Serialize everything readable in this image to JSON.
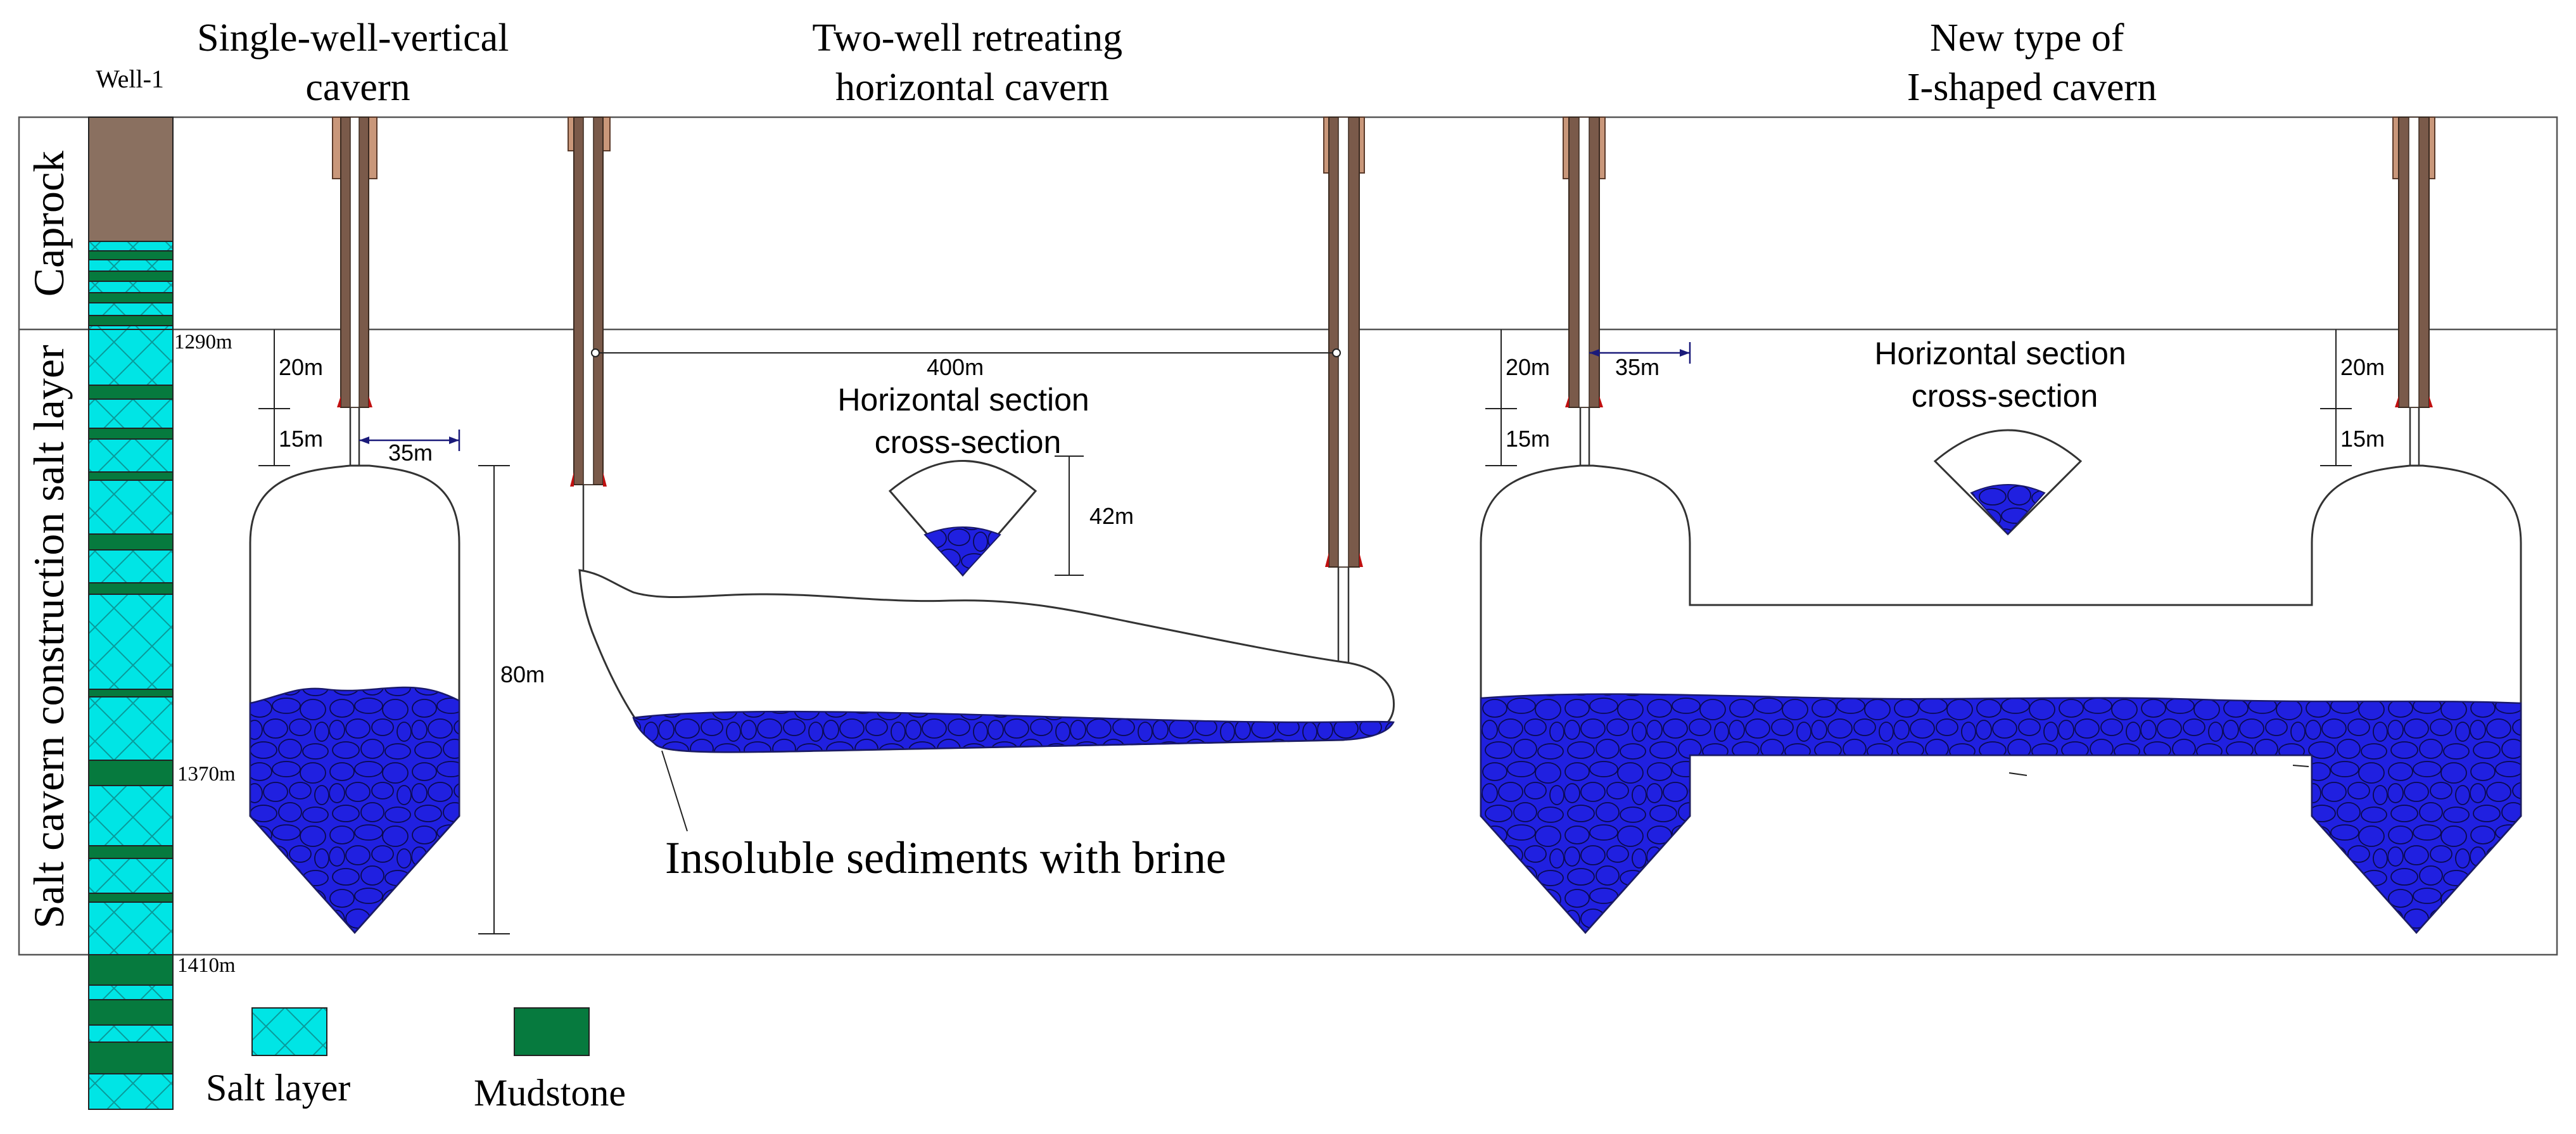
{
  "colors": {
    "salt": "#00e5e5",
    "mudstone": "#067a3e",
    "caprock": "#8a7060",
    "sediment": "#2020e0",
    "pipe": "#7a5a4a",
    "casing": "#c9977a"
  },
  "titles": {
    "single": [
      "Single-well-vertical",
      "cavern"
    ],
    "two_well": [
      "Two-well retreating",
      "horizontal cavern"
    ],
    "i_shaped": [
      "New type of",
      "I-shaped cavern"
    ]
  },
  "well": {
    "label": "Well-1",
    "depths": [
      "1290m",
      "1370m",
      "1410m"
    ]
  },
  "layers": {
    "caprock": "Caprock",
    "salt": "Salt cavern construction salt layer"
  },
  "dimensions": {
    "single_20": "20m",
    "single_15": "15m",
    "single_35": "35m",
    "single_80": "80m",
    "two_400": "400m",
    "two_42": "42m",
    "i_20_left": "20m",
    "i_15_left": "15m",
    "i_35": "35m",
    "i_20_right": "20m",
    "i_15_right": "15m"
  },
  "sections": {
    "two_well": [
      "Horizontal section",
      "cross-section"
    ],
    "i_shaped": [
      "Horizontal section",
      "cross-section"
    ]
  },
  "sediment_label": "Insoluble sediments with brine",
  "legend": {
    "salt": "Salt layer",
    "mudstone": "Mudstone"
  }
}
